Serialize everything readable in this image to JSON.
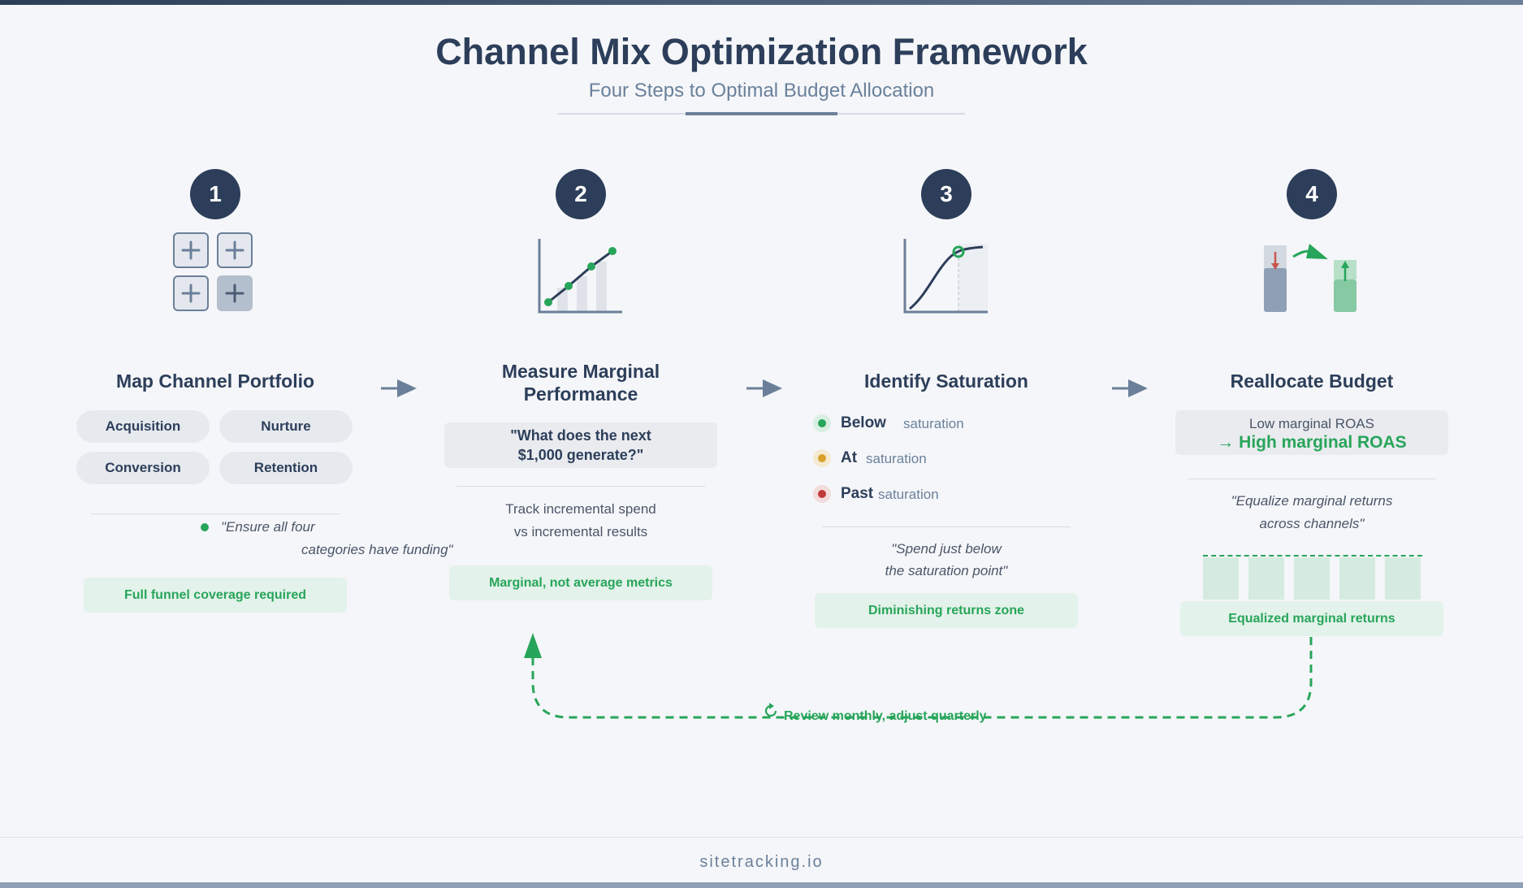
{
  "header": {
    "title": "Channel Mix Optimization Framework",
    "subtitle": "Four Steps to Optimal Budget Allocation"
  },
  "colors": {
    "navy": "#2c3e5a",
    "slate": "#6b7f99",
    "green": "#27a55a",
    "green_bg": "#e3f2ea",
    "amber": "#d8a02a",
    "red": "#c0393b"
  },
  "steps": [
    {
      "number": "1",
      "icon": "channel-grid-icon",
      "title": "Map Channel Portfolio",
      "pills": [
        "Acquisition",
        "Nurture",
        "Conversion",
        "Retention"
      ],
      "quote_line1": "\"Ensure all four",
      "quote_line2": "categories have funding\"",
      "badge": "Full funnel coverage required"
    },
    {
      "number": "2",
      "icon": "line-chart-icon",
      "title_line1": "Measure Marginal",
      "title_line2": "Performance",
      "question_line1": "\"What does the next",
      "question_line2": "$1,000 generate?\"",
      "body_line1": "Track incremental spend",
      "body_line2": "vs incremental results",
      "badge": "Marginal, not average metrics"
    },
    {
      "number": "3",
      "icon": "saturation-curve-icon",
      "title": "Identify Saturation",
      "levels": [
        {
          "bold": "Below",
          "light": "saturation",
          "color": "#27a55a",
          "bg": "#d9efe2"
        },
        {
          "bold": "At",
          "light": "saturation",
          "color": "#d8a02a",
          "bg": "#f5ead0"
        },
        {
          "bold": "Past",
          "light": "saturation",
          "color": "#c0393b",
          "bg": "#f3dcdc"
        }
      ],
      "quote_line1": "\"Spend just below",
      "quote_line2": "the saturation point\"",
      "badge": "Diminishing returns zone"
    },
    {
      "number": "4",
      "icon": "reallocate-bars-icon",
      "title": "Reallocate Budget",
      "low_label": "Low marginal ROAS",
      "high_label": "→ High marginal ROAS",
      "quote_line1": "\"Equalize marginal returns",
      "quote_line2": "across channels\"",
      "badge": "Equalized marginal returns"
    }
  ],
  "loop": {
    "label": "Review monthly, adjust quarterly",
    "icon": "refresh-icon"
  },
  "footer": {
    "brand": "sitetracking.io"
  }
}
